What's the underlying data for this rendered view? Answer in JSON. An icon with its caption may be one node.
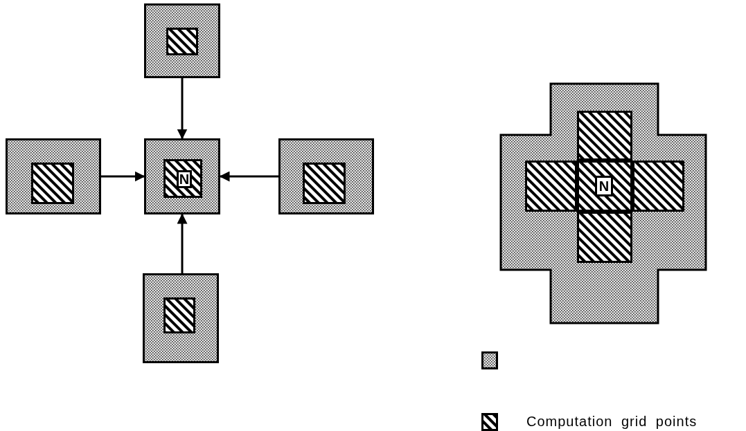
{
  "diagram": {
    "nodes": [
      {
        "text": [],
        "shape": "box"
      },
      {
        "text": [],
        "shape": "box",
        "in": 0
      },
      {
        "text": [],
        "shape": "box"
      },
      {
        "text": [],
        "shape": "box",
        "in": 2
      },
      {
        "text": [],
        "shape": "box"
      },
      {
        "text": [],
        "shape": "box",
        "in": 4
      },
      {
        "text": [
          "N"
        ],
        "in": 5
      },
      {
        "text": [],
        "shape": "box"
      },
      {
        "text": [],
        "shape": "box",
        "in": 7
      },
      {
        "text": [],
        "shape": "box"
      },
      {
        "text": [],
        "shape": "box",
        "in": 9
      },
      {
        "text": [],
        "shape": "cross"
      },
      {
        "text": [],
        "shape": "box",
        "in": 11
      },
      {
        "text": [],
        "shape": "box",
        "in": 11
      },
      {
        "text": [],
        "shape": "box",
        "in": 11
      },
      {
        "text": [
          "N"
        ],
        "in": 14
      },
      {
        "text": [],
        "shape": "box",
        "in": 11
      },
      {
        "text": [],
        "shape": "box",
        "in": 11
      }
    ],
    "edges": [
      {
        "from": 0,
        "to": 4,
        "arrow": "to"
      },
      {
        "from": 2,
        "to": 4,
        "arrow": "to"
      },
      {
        "from": 7,
        "to": 4,
        "arrow": "to"
      },
      {
        "from": 9,
        "to": 4,
        "arrow": "to"
      }
    ],
    "legend": [
      {
        "text": "Computation grid points"
      }
    ]
  }
}
